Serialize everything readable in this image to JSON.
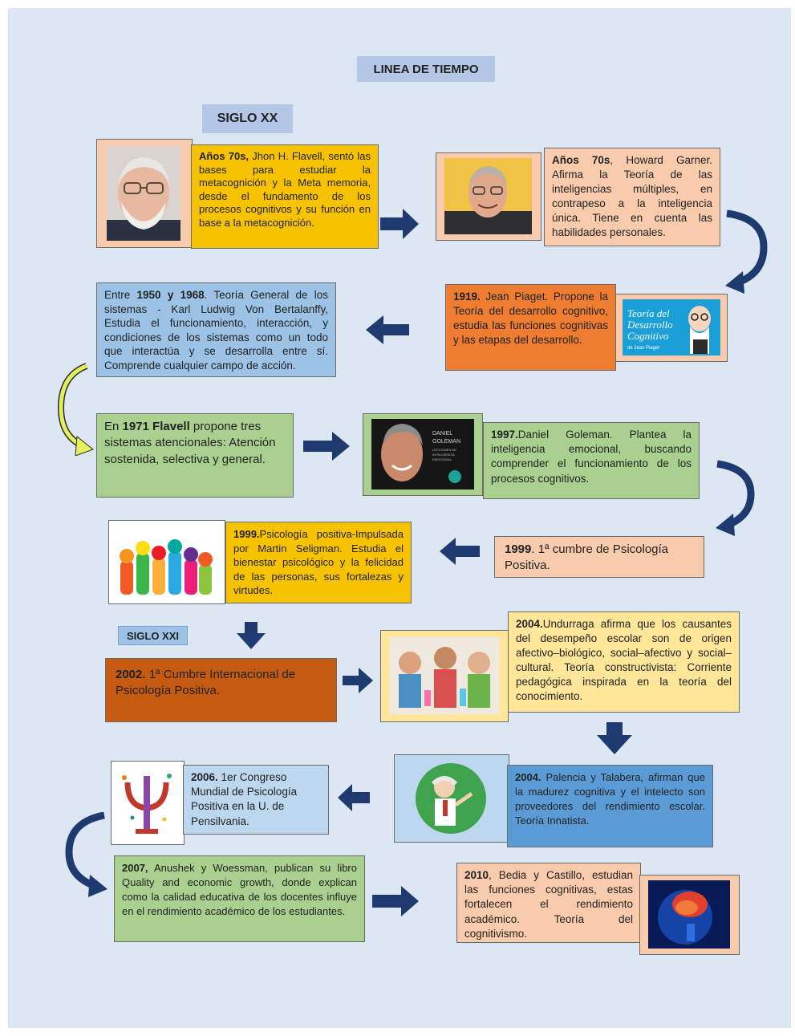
{
  "title": "LINEA DE TIEMPO",
  "siglo_xx": "SIGLO XX",
  "siglo_xxi": "SIGLO XXI",
  "events": {
    "e1": {
      "lead": "Años 70s,",
      "text": " Jhon H. Flavell, sentó las bases para estudiar la metacognición y la Meta memoria, desde el fundamento de los procesos cognitivos y su función en base a la metacognición."
    },
    "e2": {
      "lead": "Años 70s",
      "text": ", Howard Garner. Afirma la Teoría de las inteligencias múltiples, en contrapeso a la inteligencia única. Tiene en cuenta las habilidades personales."
    },
    "e3": {
      "lead": "1919.",
      "text": " Jean Piaget. Propone la Teoría del desarrollo cognitivo, estudia las funciones cognitivas y las etapas del desarrollo."
    },
    "e4": {
      "pre": "Entre ",
      "lead": "1950 y 1968",
      "text": ". Teoría General de los sistemas - Karl Ludwig Von Bertalanffy, Estudia el funcionamiento, interacción, y condiciones de los sistemas como un todo que interactúa y se desarrolla entre sí. Comprende cualquier campo de acción."
    },
    "e5": {
      "pre": "En ",
      "lead": "1971 Flavell",
      "text": " propone tres sistemas atencionales: Atención sostenida, selectiva y general."
    },
    "e6": {
      "lead": "1997.",
      "text": "Daniel Goleman. Plantea la inteligencia emocional, buscando comprender el funcionamiento de los procesos cognitivos."
    },
    "e7": {
      "lead": "1999",
      "text": ". 1ª cumbre de Psicología Positiva."
    },
    "e8": {
      "lead": "1999.",
      "text": "Psicología positiva-Impulsada por Martin Seligman. Estudia el bienestar psicológico y la felicidad de las personas, sus fortalezas y virtudes."
    },
    "e9": {
      "lead": "2002.",
      "text": " 1ª Cumbre Internacional de Psicología Positiva."
    },
    "e10": {
      "lead": "2004.",
      "text": "Undurraga afirma que los causantes del desempeño escolar son de origen afectivo–biológico, social–afectivo y social–cultural. Teoría constructivista: Corriente pedagógica inspirada en la teoría del conocimiento."
    },
    "e11": {
      "lead": "2004.",
      "text": " Palencia y Talabera, afirman que la madurez cognitiva y el intelecto son proveedores del rendimiento escolar. Teoría Innatista."
    },
    "e12": {
      "lead": "2006.",
      "text": " 1er Congreso Mundial de Psicología Positiva en la U. de Pensilvania."
    },
    "e13": {
      "lead": "2007,",
      "text": " Anushek y Woessman, publican su libro Quality and economic growth, donde explican como la calidad educativa de los docentes influye en el rendimiento académico de los estudiantes."
    },
    "e14": {
      "lead": "2010",
      "text": ", Bedia y Castillo, estudian las funciones cognitivas, estas fortalecen el rendimiento académico. Teoría del cognitivismo."
    }
  },
  "piaget_badge": {
    "line1": "Teoría del",
    "line2": "Desarrollo",
    "line3": "Cognitivo",
    "line4": "de Jean Piaget"
  },
  "goleman_cover": {
    "line1": "DANIEL",
    "line2": "GOLEMAN",
    "line3": "LECCIONES DE",
    "line4": "INTELIGENCIA",
    "line5": "EMOCIONAL"
  },
  "colors": {
    "background": "#dde6f3",
    "arrow": "#1f3a6e",
    "yellow": "#f7c300",
    "peach": "#f8cbad",
    "orange": "#ee7d31",
    "blue": "#9cc2e5",
    "green": "#a9d08e",
    "dark_orange": "#c55a11",
    "light_yellow": "#ffe699",
    "mid_blue": "#5b9bd5",
    "light_blue": "#bdd7ee"
  }
}
